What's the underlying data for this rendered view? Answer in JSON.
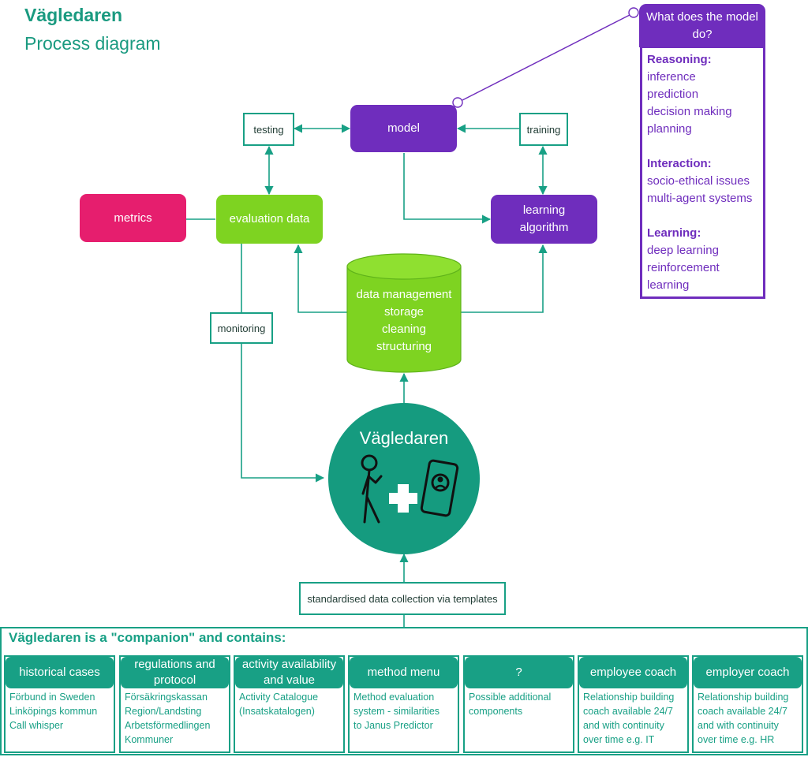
{
  "header": {
    "title": "Vägledaren",
    "subtitle": "Process diagram"
  },
  "nodes": {
    "testing": "testing",
    "model": "model",
    "training": "training",
    "metrics": "metrics",
    "evaluation_data": "evaluation data",
    "learning_algorithm": [
      "learning",
      "algorithm"
    ],
    "data_management": [
      "data management",
      "storage",
      "cleaning",
      "structuring"
    ],
    "monitoring": "monitoring",
    "hub": "Vägledaren",
    "data_collection": "standardised data collection via templates"
  },
  "sidebar": {
    "header": "What does the model do?",
    "sections": [
      {
        "heading": "Reasoning:",
        "items": [
          "inference",
          "prediction",
          "decision making",
          "planning"
        ]
      },
      {
        "heading": "Interaction:",
        "items": [
          "socio-ethical issues",
          "multi-agent systems"
        ]
      },
      {
        "heading": "Learning:",
        "items": [
          "deep learning",
          "reinforcement",
          "learning"
        ]
      }
    ]
  },
  "companion": {
    "title": "Vägledaren is a \"companion\" and contains:",
    "cards": [
      {
        "header": "historical cases",
        "lines": [
          "Förbund in Sweden",
          "Linköpings kommun",
          "Call whisper"
        ]
      },
      {
        "header": "regulations and protocol",
        "lines": [
          "Försäkringskassan",
          "Region/Landsting",
          "Arbetsförmedlingen",
          "Kommuner"
        ]
      },
      {
        "header": "activity availability and value",
        "lines": [
          "Activity Catalogue",
          "(Insatskatalogen)"
        ]
      },
      {
        "header": "method menu",
        "lines": [
          "Method evaluation",
          "system - similarities",
          "to Janus Predictor"
        ]
      },
      {
        "header": "?",
        "lines": [
          "Possible additional",
          "components"
        ]
      },
      {
        "header": "employee coach",
        "lines": [
          "Relationship building",
          "coach available 24/7",
          "and with continuity",
          "over time e.g. IT"
        ]
      },
      {
        "header": "employer coach",
        "lines": [
          "Relationship building",
          "coach available 24/7",
          "and with continuity",
          "over time e.g. HR"
        ]
      }
    ]
  },
  "colors": {
    "teal": "#18a085",
    "purple": "#6f2dbd",
    "pink": "#e61e6e",
    "lime": "#7ed321"
  },
  "icons": [
    "person-icon",
    "plus-icon",
    "smartphone-icon"
  ]
}
